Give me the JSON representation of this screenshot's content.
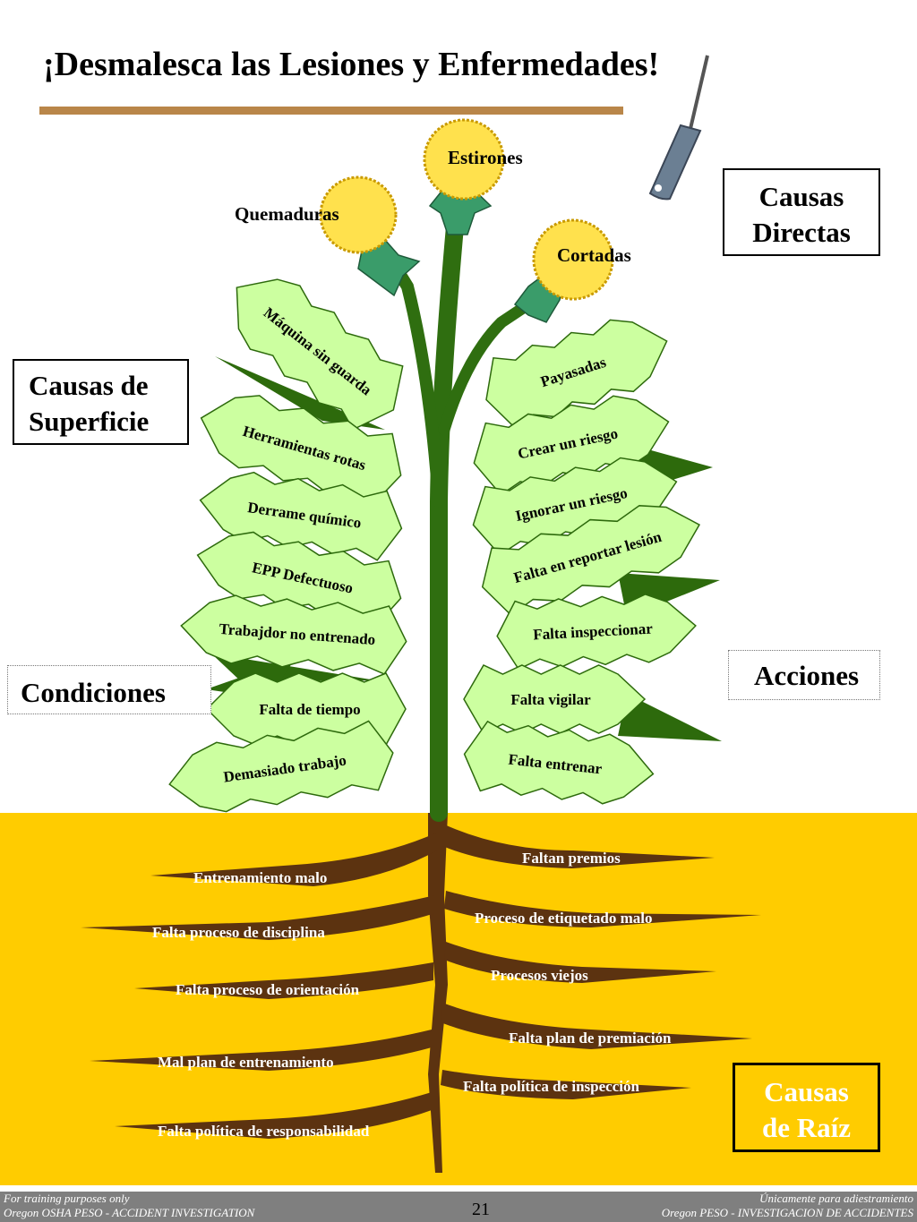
{
  "title": "¡Desmalesca las Lesiones y Enfermedades!",
  "boxes": {
    "direct": [
      "Causas",
      "Directas"
    ],
    "surface": [
      "Causas de",
      "Superficie"
    ],
    "conditions": "Condiciones",
    "actions": "Acciones",
    "root": [
      "Causas",
      "de Raíz"
    ]
  },
  "flowers": {
    "top": "Estirones",
    "left": "Quemaduras",
    "right": "Cortadas"
  },
  "conditions_leaves": [
    "Máquina sin guarda",
    "Herramientas rotas",
    "Derrame químico",
    "EPP Defectuoso",
    "Trabajdor no entrenado",
    "Falta de tiempo",
    "Demasiado trabajo"
  ],
  "actions_leaves": [
    "Payasadas",
    "Crear un riesgo",
    "Ignorar un riesgo",
    "Falta en reportar lesión",
    "Falta inspeccionar",
    "Falta vigilar",
    "Falta entrenar"
  ],
  "roots_left": [
    "Entrenamiento malo",
    "Falta proceso de disciplina",
    "Falta proceso de orientación",
    "Mal plan de entrenamiento",
    "Falta política de responsabilidad"
  ],
  "roots_right": [
    "Faltan premios",
    "Proceso de etiquetado malo",
    "Procesos viejos",
    "Falta plan de premiación",
    "Falta política de inspección"
  ],
  "footer": {
    "left1": "For training purposes only",
    "left2": "Oregon OSHA PESO - ACCIDENT INVESTIGATION",
    "page": "21",
    "right1": "Únicamente para adiestramiento",
    "right2": "Oregon PESO - INVESTIGACION DE ACCIDENTES"
  },
  "colors": {
    "soil": "#ffcc00",
    "root": "#5c3310",
    "stem": "#2f6e10",
    "leaf_light": "#ccffa0",
    "leaf_dark": "#2d6a0c",
    "petal": "#ffe14d",
    "title_rule": "#b98649",
    "footer": "#7f7f7f"
  }
}
